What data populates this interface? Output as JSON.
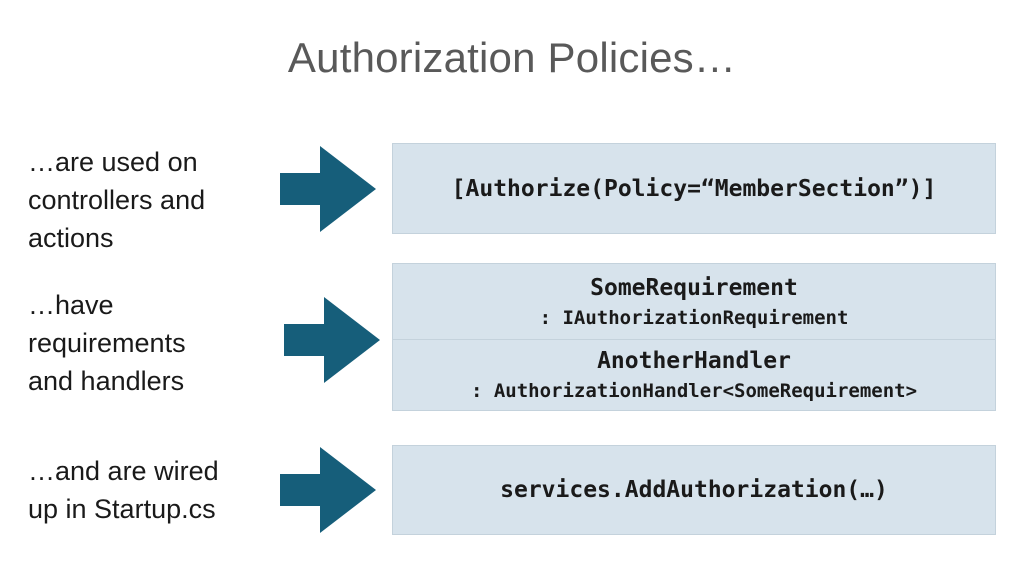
{
  "title": "Authorization Policies…",
  "rows": [
    {
      "label": "…are used on controllers and actions",
      "lines": [
        "…are used on",
        "controllers and",
        "actions"
      ]
    },
    {
      "label": "…have requirements and handlers",
      "lines": [
        "…have",
        "requirements",
        "and handlers"
      ]
    },
    {
      "label": "…and are wired up in Startup.cs",
      "lines": [
        "…and are wired",
        "up in Startup.cs"
      ]
    }
  ],
  "boxes": {
    "authorize": "[Authorize(Policy=“MemberSection”)]",
    "requirement_name": "SomeRequirement",
    "requirement_base": ": IAuthorizationRequirement",
    "handler_name": "AnotherHandler",
    "handler_base": ": AuthorizationHandler<SomeRequirement>",
    "services": "services.AddAuthorization(…)"
  },
  "colors": {
    "arrow": "#165e7a",
    "box_fill": "#d7e3ec",
    "title": "#595959"
  }
}
